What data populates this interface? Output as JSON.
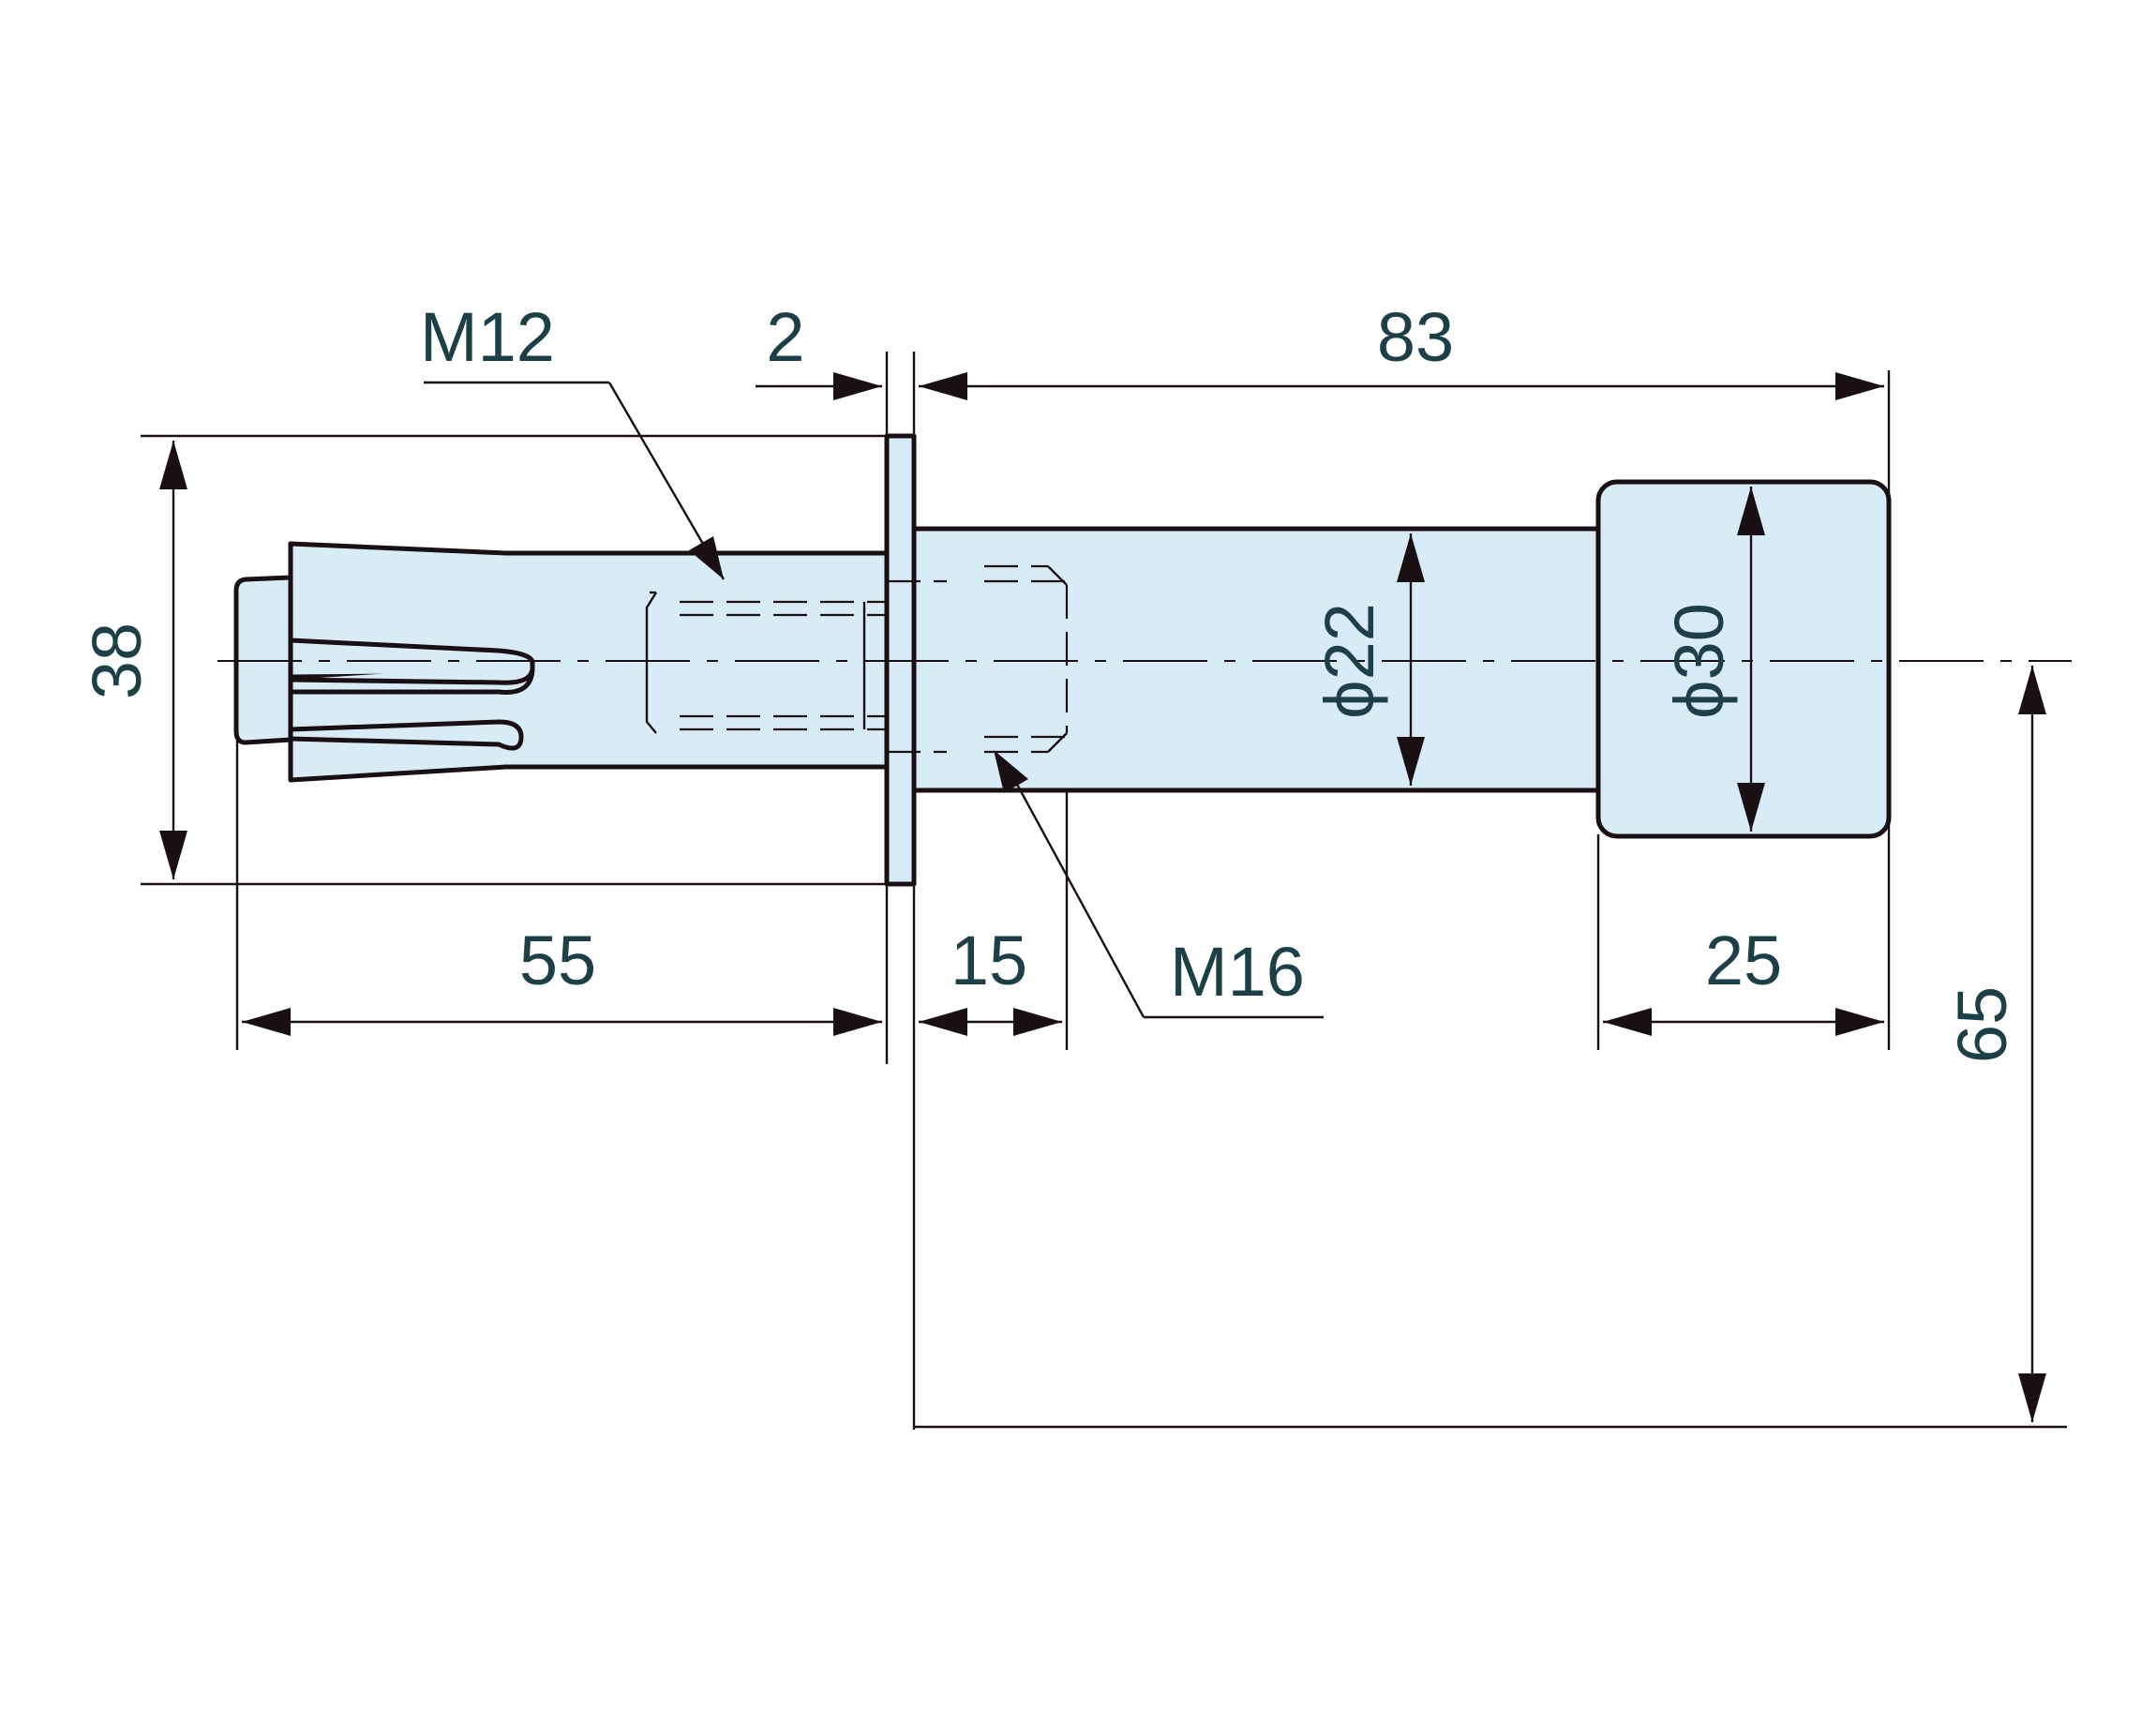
{
  "labels": {
    "thread_small": "M12",
    "thread_large": "M16",
    "flange_thickness": "2",
    "overall_right": "83",
    "flange_height": "38",
    "left_length": "55",
    "thread_depth": "15",
    "head_length": "25",
    "vertical_65": "65",
    "dia_shaft": "ϕ22",
    "dia_head": "ϕ30"
  },
  "colors": {
    "part_fill": "#d8ecf7",
    "line": "#1a1014",
    "text": "#1d3f48"
  }
}
